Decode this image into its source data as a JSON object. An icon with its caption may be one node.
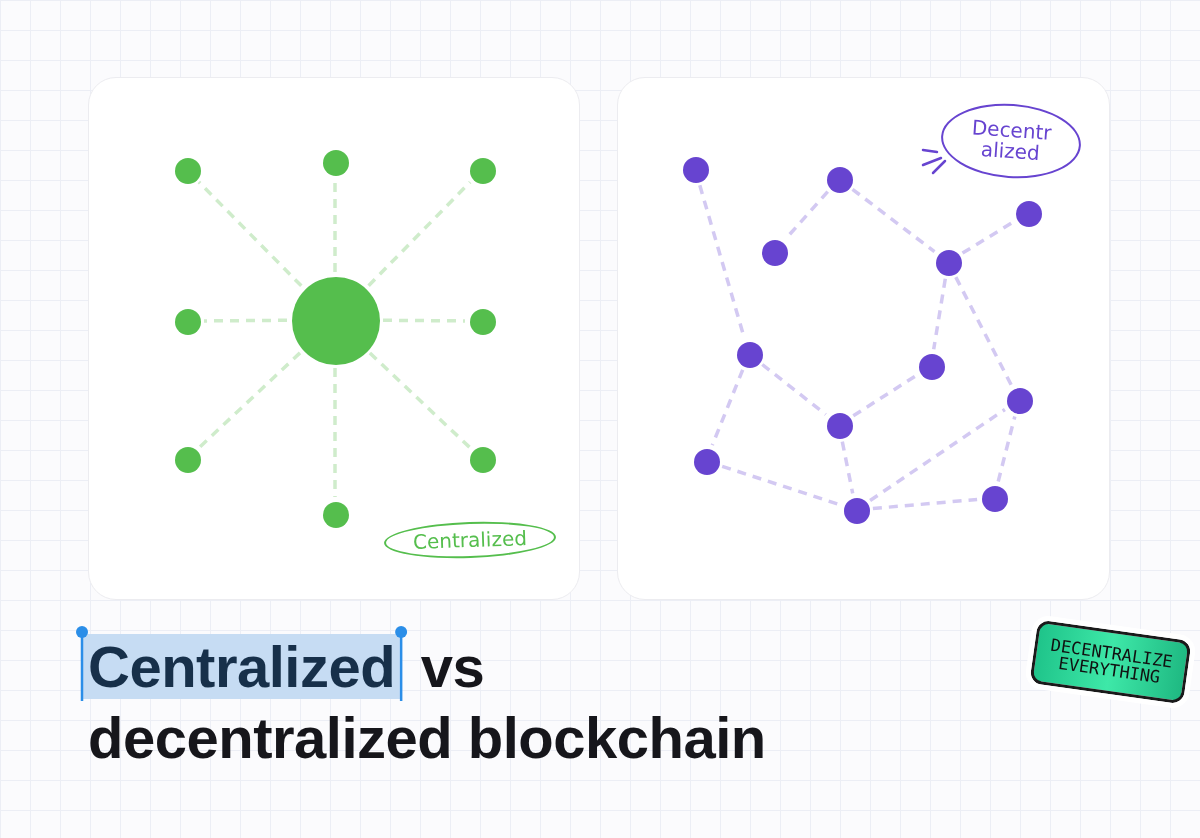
{
  "diagram": {
    "title": "Centralized vs decentralized blockchain",
    "nodes": [
      {
        "text": [],
        "shape": "box"
      },
      {
        "text": [],
        "shape": "circle",
        "in": 0
      },
      {
        "text": [],
        "shape": "circle",
        "in": 0
      },
      {
        "text": [],
        "shape": "circle",
        "in": 0
      },
      {
        "text": [],
        "shape": "circle",
        "in": 0
      },
      {
        "text": [],
        "shape": "circle",
        "in": 0
      },
      {
        "text": [],
        "shape": "circle",
        "in": 0
      },
      {
        "text": [],
        "shape": "circle",
        "in": 0
      },
      {
        "text": [],
        "shape": "circle",
        "in": 0
      },
      {
        "text": [],
        "shape": "circle",
        "in": 0
      },
      {
        "text": [
          "Centralized"
        ],
        "in": 0
      },
      {
        "text": [],
        "shape": "box"
      },
      {
        "text": [
          "Decentralized"
        ],
        "in": 11
      },
      {
        "text": [],
        "shape": "circle",
        "in": 11
      },
      {
        "text": [],
        "shape": "circle",
        "in": 11
      },
      {
        "text": [],
        "shape": "circle",
        "in": 11
      },
      {
        "text": [],
        "shape": "circle",
        "in": 11
      },
      {
        "text": [],
        "shape": "circle",
        "in": 11
      },
      {
        "text": [],
        "shape": "circle",
        "in": 11
      },
      {
        "text": [],
        "shape": "circle",
        "in": 11
      },
      {
        "text": [],
        "shape": "circle",
        "in": 11
      },
      {
        "text": [],
        "shape": "circle",
        "in": 11
      },
      {
        "text": [],
        "shape": "circle",
        "in": 11
      },
      {
        "text": [],
        "shape": "circle",
        "in": 11
      },
      {
        "text": [],
        "shape": "circle",
        "in": 11
      }
    ],
    "edges": [
      {
        "from": 5,
        "to": 1,
        "arrow": "none",
        "style": "dashed",
        "color": "#cfeccb"
      },
      {
        "from": 5,
        "to": 2,
        "arrow": "none",
        "style": "dashed",
        "color": "#cfeccb"
      },
      {
        "from": 5,
        "to": 3,
        "arrow": "none",
        "style": "dashed",
        "color": "#cfeccb"
      },
      {
        "from": 5,
        "to": 4,
        "arrow": "none",
        "style": "dashed",
        "color": "#cfeccb"
      },
      {
        "from": 5,
        "to": 6,
        "arrow": "none",
        "style": "dashed",
        "color": "#cfeccb"
      },
      {
        "from": 5,
        "to": 7,
        "arrow": "none",
        "style": "dashed",
        "color": "#cfeccb"
      },
      {
        "from": 5,
        "to": 8,
        "arrow": "none",
        "style": "dashed",
        "color": "#cfeccb"
      },
      {
        "from": 5,
        "to": 9,
        "arrow": "none",
        "style": "dashed",
        "color": "#cfeccb"
      },
      {
        "from": 13,
        "to": 18,
        "arrow": "none",
        "style": "dashed"
      },
      {
        "from": 14,
        "to": 16,
        "arrow": "none",
        "style": "dashed"
      },
      {
        "from": 14,
        "to": 17,
        "arrow": "none",
        "style": "dashed"
      },
      {
        "from": 17,
        "to": 15,
        "arrow": "none",
        "style": "dashed"
      },
      {
        "from": 17,
        "to": 19,
        "arrow": "none",
        "style": "dashed"
      },
      {
        "from": 17,
        "to": 20,
        "arrow": "none",
        "style": "dashed"
      },
      {
        "from": 18,
        "to": 21,
        "arrow": "none",
        "style": "dashed"
      },
      {
        "from": 18,
        "to": 22,
        "arrow": "none",
        "style": "dashed"
      },
      {
        "from": 21,
        "to": 19,
        "arrow": "none",
        "style": "dashed"
      },
      {
        "from": 21,
        "to": 24,
        "arrow": "none",
        "style": "dashed"
      },
      {
        "from": 22,
        "to": 24,
        "arrow": "none",
        "style": "dashed"
      },
      {
        "from": 24,
        "to": 20,
        "arrow": "none",
        "style": "dashed"
      },
      {
        "from": 24,
        "to": 23,
        "arrow": "none",
        "style": "dashed"
      },
      {
        "from": 23,
        "to": 20,
        "arrow": "none",
        "style": "dashed"
      }
    ],
    "labels": [
      "DECENTRALIZE EVERYTHING"
    ]
  }
}
